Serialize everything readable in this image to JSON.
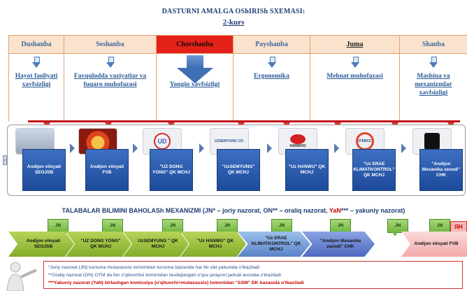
{
  "title": "DASTURNI AMALGA OShIRISh SXEMASI:",
  "subtitle": "2-kurs",
  "days": [
    {
      "name": "Dushanba",
      "topic": "Hayot faoliyati xavfsizligi"
    },
    {
      "name": "Seshanba",
      "topic": "Favqulodda vaziyatlar va fuqaro muhofazasi"
    },
    {
      "name": "Chorshanba",
      "topic": "Yongin xavfsizligi",
      "active": true
    },
    {
      "name": "Payshanba",
      "topic": "Ergonomika"
    },
    {
      "name": "Juma",
      "topic": "Mehnat muhofazasi"
    },
    {
      "name": "Shanba",
      "topic": "Mashina va mexanizmlar xavfsizligi"
    }
  ],
  "flow": {
    "cards": [
      {
        "label": "Andijon viloyati SEOJSB",
        "logo": "building-photo"
      },
      {
        "label": "Andijon viloyati FVB",
        "logo": "fire-emblem"
      },
      {
        "label": "\"UZ DONG YONG\" QK MCHJ",
        "logo": "ud-logo",
        "logo_text": "UD"
      },
      {
        "label": "\"UzSEMYUNG\" QK MCHJ",
        "logo": "uzsemyung-logo",
        "logo_text": "UZSEMYUNG CO."
      },
      {
        "label": "\"Uz HANWU\" QK MCHJ",
        "logo": "hanwoo-logo",
        "logo_text": "HANWOO"
      },
      {
        "label": "\"Uz ERAE KLIMATKONTROL\" QK MCHJ",
        "logo": "oercc-logo",
        "logo_text": "O'ERCC"
      },
      {
        "label": "\"Andijon Mexanika zavodi\" CHK",
        "logo": "factory-logo"
      }
    ]
  },
  "assessment": {
    "title_parts": [
      "TALABALAR BILIMINI BAHOLASh MEXANIZMI (",
      "JN",
      "* – joriy nazorat, ",
      "ON",
      "** – oraliq nazorat, ",
      "YaN",
      "*** – yakuniy nazorat)"
    ],
    "badge": "JN",
    "final_badge": "ЯН",
    "stages": [
      "Andijon viloyati SEOJSB",
      "\"UZ DONG YONG\" QK MCHJ",
      "UzSEMYUNG \" QK MCHJ",
      "\"Uz HANWU\" QK MCHJ",
      "\"Uz ERAE KLIMATKONTROL\" QK MCHJ",
      "\"Andijon Mexanika zavodi\" CHK",
      "Andijon viloyati FVB"
    ]
  },
  "notes": [
    "*Joriy nazorat (JN) korxona mutaxassisi tomonidan korxona bazasida har bir sikl yakunida o'tkaziladi",
    "**Oraliq nazorat (ON) OTM da fan o'qituvchisi tomonidan tasdiqlangan o'quv jarayoni jadvali asosida o'tkaziladi",
    "***Yakuniy nazorat (YaN) birlashgan komissiya (o'qituvchi+mutaxassis) tomonidan \"SSM\" DK bazasida o'tkaziladi"
  ],
  "colors": {
    "day_header": "#fbe2cc",
    "active_day": "#e32119",
    "card_blue": "#1d4a9a",
    "green_stage": "#9bc13a",
    "blue_stage": "#5a78c8",
    "final_stage": "#f6b8b8",
    "timeline": "#c4161c"
  }
}
